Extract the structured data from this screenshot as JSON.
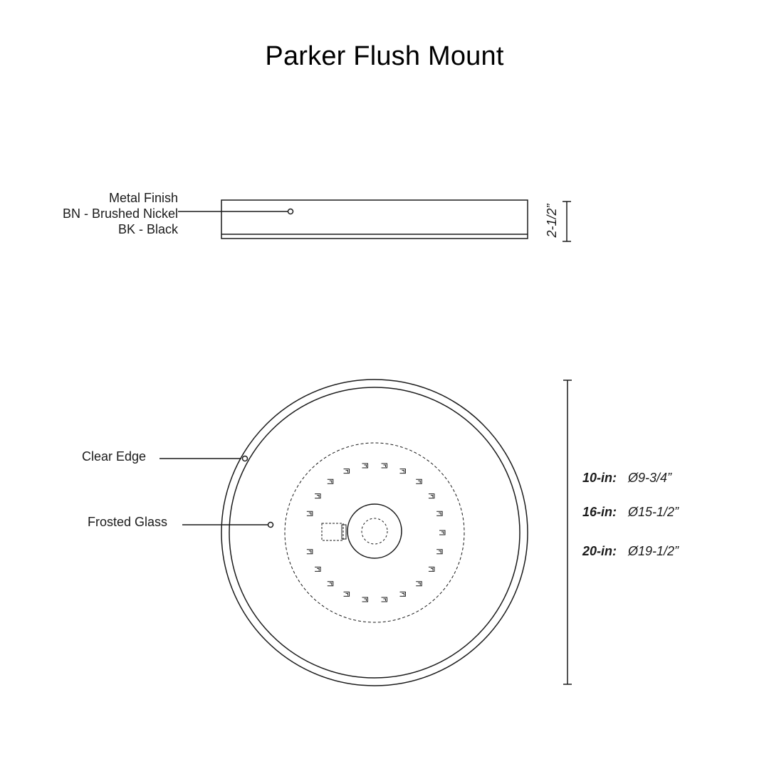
{
  "title": "Parker Flush Mount",
  "side_view": {
    "finish_heading": "Metal Finish",
    "finish_options": [
      "BN - Brushed Nickel",
      "BK - Black"
    ],
    "height_dimension": "2-1/2”"
  },
  "top_view": {
    "callouts": {
      "clear_edge": "Clear Edge",
      "frosted_glass": "Frosted Glass"
    },
    "sizes": [
      {
        "label": "10-in:",
        "value": "Ø9-3/4”"
      },
      {
        "label": "16-in:",
        "value": "Ø15-1/2”"
      },
      {
        "label": "20-in:",
        "value": "Ø19-1/2”"
      }
    ]
  },
  "colors": {
    "line": "#1a1a1a",
    "background": "#ffffff"
  }
}
